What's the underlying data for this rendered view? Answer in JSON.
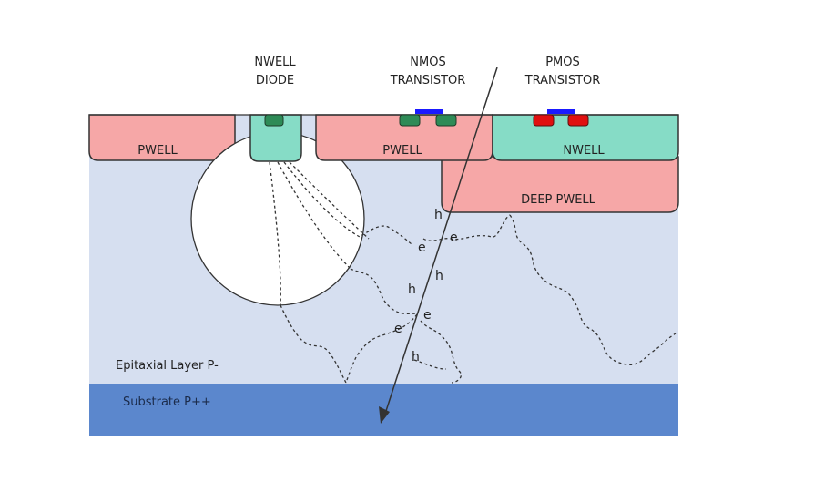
{
  "headers": {
    "nwell_diode": [
      "NWELL",
      "DIODE"
    ],
    "nmos": [
      "NMOS",
      "TRANSISTOR"
    ],
    "pmos": [
      "PMOS",
      "TRANSISTOR"
    ]
  },
  "regions": {
    "pwell_left": "PWELL",
    "pwell_mid": "PWELL",
    "nwell": "NWELL",
    "deep_pwell": "DEEP PWELL",
    "epitaxial": "Epitaxial Layer P-",
    "substrate": "Substrate  P++"
  },
  "carriers": {
    "h1": "h",
    "e1": "e",
    "e2": "e",
    "h2": "h",
    "h3": "h",
    "e3": "e",
    "e4": "e",
    "h4": "h"
  },
  "colors": {
    "epitaxial": "#d6dff0",
    "substrate": "#5b87cd",
    "pwell": "#f6a7a7",
    "nwell": "#86dcc6",
    "nplus_contact": "#2e8b57",
    "pplus_contact": "#e01010",
    "gate": "#1a1aff"
  }
}
